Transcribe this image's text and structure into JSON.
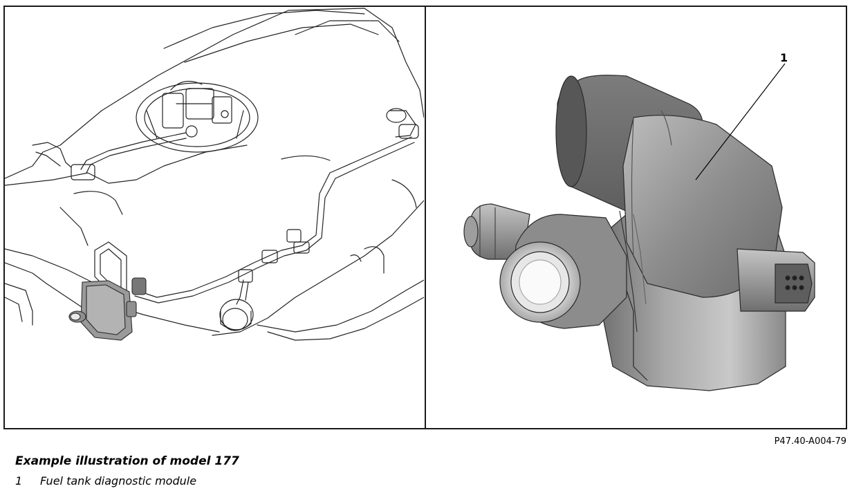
{
  "figure": {
    "callout_number": "1",
    "figure_id": "P47.40-A004-79"
  },
  "caption": {
    "title": "Example illustration of model 177"
  },
  "legend": [
    {
      "number": "1",
      "label": "Fuel tank diagnostic module"
    }
  ]
}
